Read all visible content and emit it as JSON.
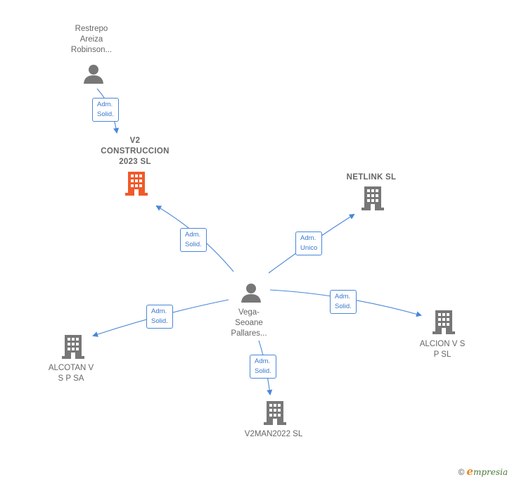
{
  "nodes": {
    "person_restrepo": {
      "label": "Restrepo\nAreiza\nRobinson..."
    },
    "company_v2_construccion": {
      "label": "V2\nCONSTRUCCION\n2023  SL",
      "color": "#f05a2a"
    },
    "company_netlink": {
      "label": "NETLINK SL",
      "color": "#777777"
    },
    "person_vega": {
      "label": "Vega-\nSeoane\nPallares..."
    },
    "company_alcion": {
      "label": "ALCION V S\nP  SL",
      "color": "#777777"
    },
    "company_alcotan": {
      "label": "ALCOTAN V\nS P SA",
      "color": "#777777"
    },
    "company_v2man": {
      "label": "V2MAN2022  SL",
      "color": "#777777"
    }
  },
  "edges": {
    "restrepo_to_v2": {
      "label": "Adm.\nSolid."
    },
    "vega_to_v2": {
      "label": "Adm.\nSolid."
    },
    "vega_to_netlink": {
      "label": "Adm.\nUnico"
    },
    "vega_to_alcion": {
      "label": "Adm.\nSolid."
    },
    "vega_to_alcotan": {
      "label": "Adm.\nSolid."
    },
    "vega_to_v2man": {
      "label": "Adm.\nSolid."
    }
  },
  "colors": {
    "edge": "#4a86d8",
    "person": "#777777"
  },
  "icons": {
    "person": "person-icon",
    "company": "building-icon"
  },
  "footer": {
    "copyright": "©",
    "brand_initial": "e",
    "brand_rest": "mpresia"
  }
}
